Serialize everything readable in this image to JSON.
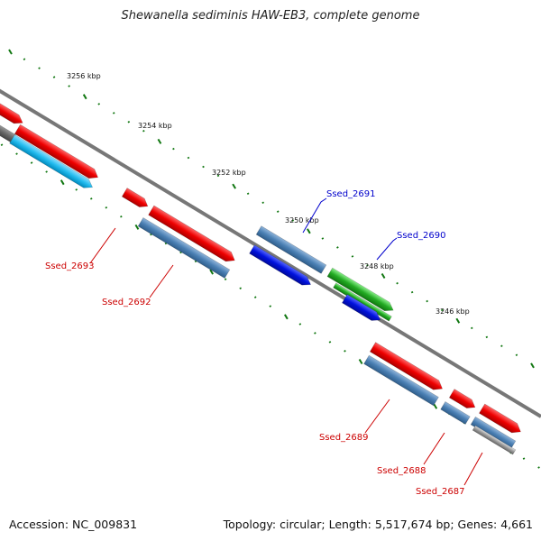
{
  "title": "Shewanella sediminis HAW-EB3, complete genome",
  "footer": {
    "accession": "Accession: NC_009831",
    "summary": "Topology: circular; Length: 5,517,674 bp; Genes: 4,661"
  },
  "ticks": [
    "3256 kbp",
    "3254 kbp",
    "3252 kbp",
    "3250 kbp",
    "3248 kbp",
    "3246 kbp"
  ],
  "gene_labels": [
    {
      "text": "Ssed_2693",
      "color": "#cc0000"
    },
    {
      "text": "Ssed_2692",
      "color": "#cc0000"
    },
    {
      "text": "Ssed_2691",
      "color": "#0000cc"
    },
    {
      "text": "Ssed_2690",
      "color": "#0000cc"
    },
    {
      "text": "Ssed_2689",
      "color": "#cc0000"
    },
    {
      "text": "Ssed_2688",
      "color": "#cc0000"
    },
    {
      "text": "Ssed_2687",
      "color": "#cc0000"
    }
  ],
  "colors": {
    "red": "#ee0000",
    "steelblue": "#4a7fb3",
    "blue": "#0011dd",
    "cyan": "#22bbee",
    "green": "#22aa22",
    "gray": "#999999",
    "backbone": "#777777",
    "tick_dot": "#117711"
  }
}
